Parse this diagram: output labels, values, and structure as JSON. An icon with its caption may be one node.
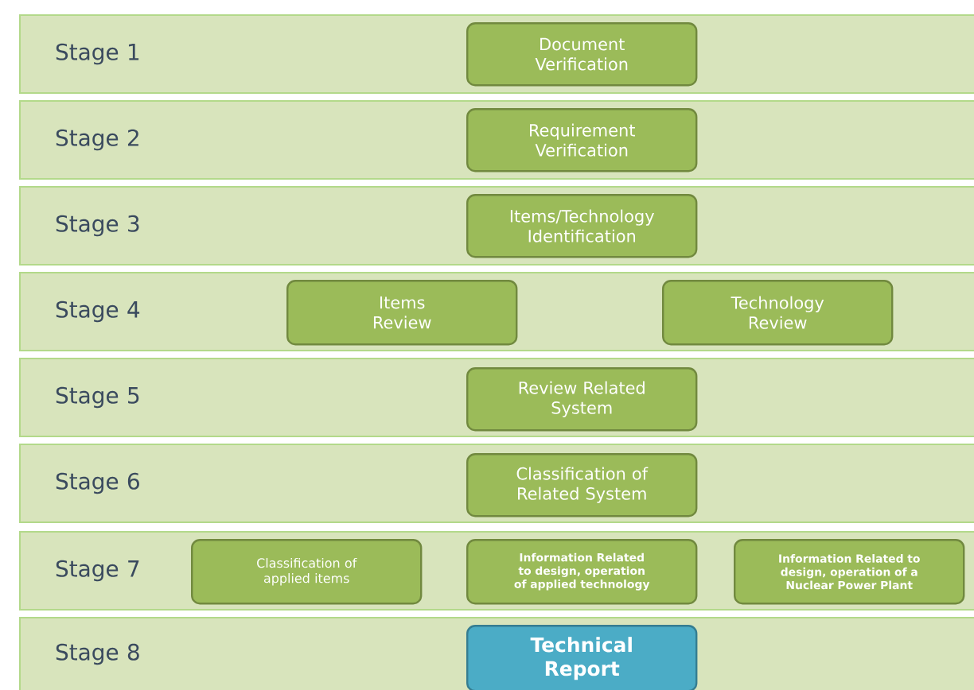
{
  "diagram": {
    "nodes": [
      {
        "text": [
          "Stage 1"
        ]
      },
      {
        "text": [
          "Document Verification"
        ],
        "in": 0
      },
      {
        "text": [
          "Stage 2"
        ]
      },
      {
        "text": [
          "Requirement Verification"
        ],
        "in": 2
      },
      {
        "text": [
          "Stage 3"
        ]
      },
      {
        "text": [
          "Items/Technology Identification"
        ],
        "in": 4
      },
      {
        "text": [
          "Stage 4"
        ]
      },
      {
        "text": [
          "Items Review"
        ],
        "in": 6
      },
      {
        "text": [
          "Technology Review"
        ],
        "in": 6
      },
      {
        "text": [
          "Stage 5"
        ]
      },
      {
        "text": [
          "Review Related System"
        ],
        "in": 9
      },
      {
        "text": [
          "Stage 6"
        ]
      },
      {
        "text": [
          "Classification of Related System"
        ],
        "in": 11
      },
      {
        "text": [
          "Stage 7"
        ]
      },
      {
        "text": [
          "Classification of applied items"
        ],
        "in": 13
      },
      {
        "text": [
          "Information Related to design, operation of applied technology"
        ],
        "in": 13
      },
      {
        "text": [
          "Information Related to design, operation of a Nuclear Power Plant"
        ],
        "in": 13
      },
      {
        "text": [
          "Stage 8"
        ]
      },
      {
        "text": [
          "Technical Report"
        ],
        "in": 17
      }
    ]
  }
}
